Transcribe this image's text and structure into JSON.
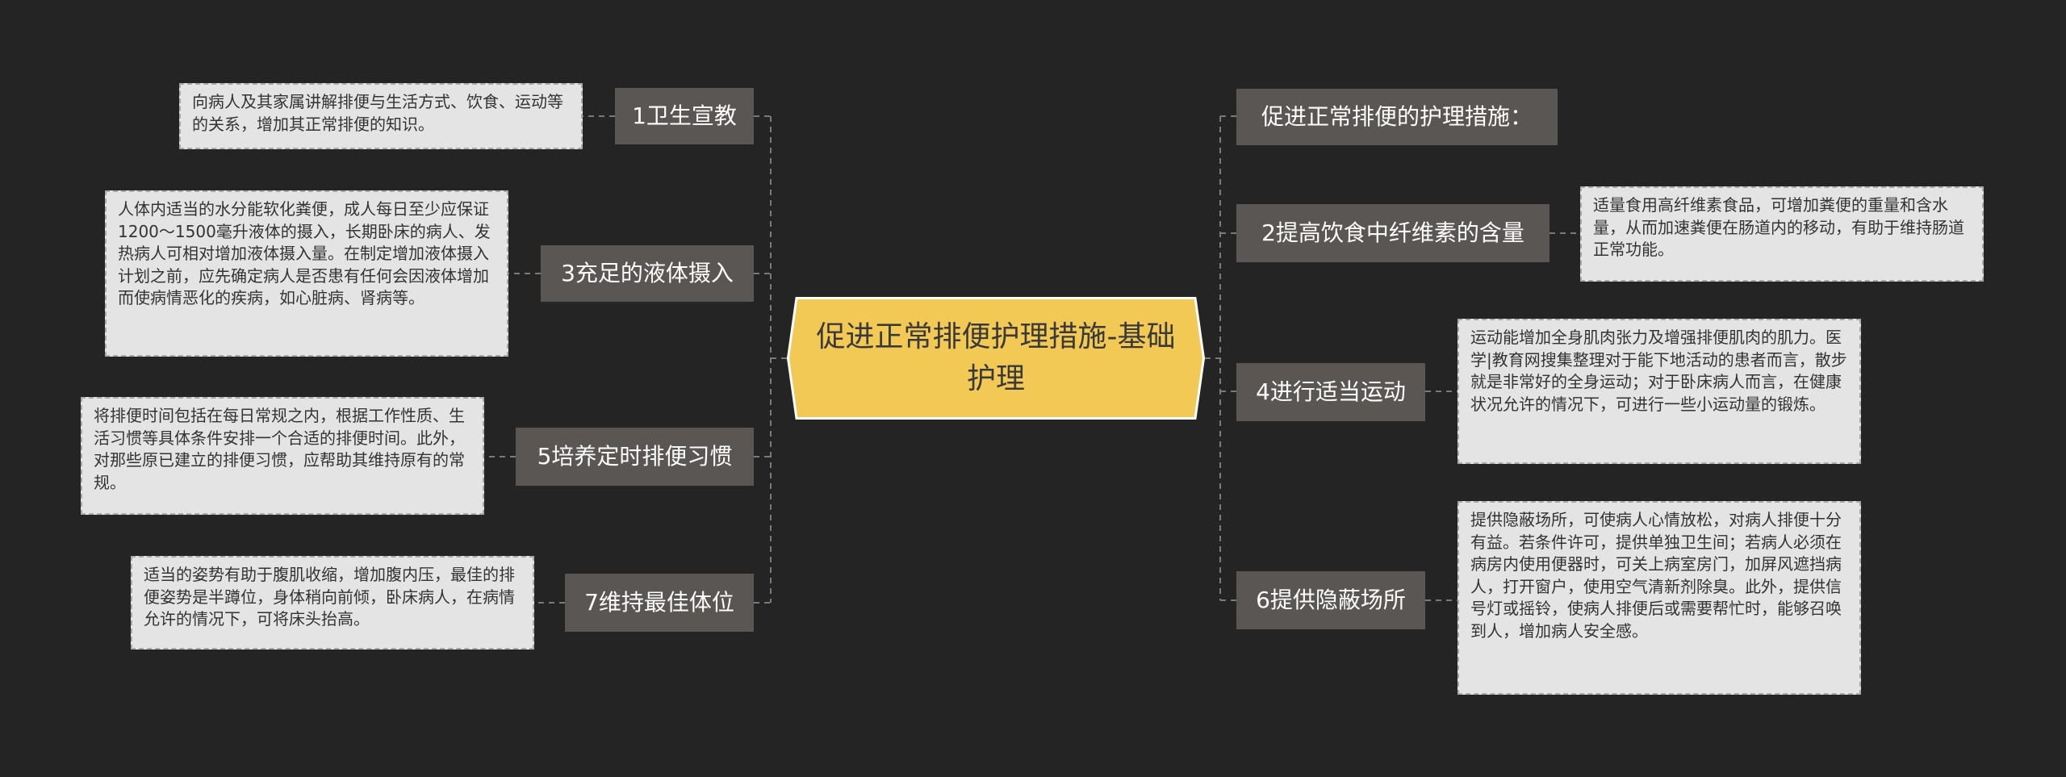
{
  "colors": {
    "background": "#242424",
    "central_fill": "#f2c955",
    "topic_fill": "#5a5654",
    "note_fill": "#e4e4e4",
    "connector": "#7a7a7a"
  },
  "central": {
    "title": "促进正常排便护理措施-基础护理"
  },
  "left_branches": [
    {
      "topic": "1卫生宣教",
      "note": "向病人及其家属讲解排便与生活方式、饮食、运动等的关系，增加其正常排便的知识。"
    },
    {
      "topic": "3充足的液体摄入",
      "note": "人体内适当的水分能软化粪便，成人每日至少应保证1200～1500毫升液体的摄入，长期卧床的病人、发热病人可相对增加液体摄入量。在制定增加液体摄入计划之前，应先确定病人是否患有任何会因液体增加而使病情恶化的疾病，如心脏病、肾病等。"
    },
    {
      "topic": "5培养定时排便习惯",
      "note": "将排便时间包括在每日常规之内，根据工作性质、生活习惯等具体条件安排一个合适的排便时间。此外，对那些原已建立的排便习惯，应帮助其维持原有的常规。"
    },
    {
      "topic": "7维持最佳体位",
      "note": "适当的姿势有助于腹肌收缩，增加腹内压，最佳的排便姿势是半蹲位，身体稍向前倾，卧床病人，在病情允许的情况下，可将床头抬高。"
    }
  ],
  "right_branches": [
    {
      "topic": "促进正常排便的护理措施：",
      "note": ""
    },
    {
      "topic": "2提高饮食中纤维素的含量",
      "note": "适量食用高纤维素食品，可增加粪便的重量和含水量，从而加速粪便在肠道内的移动，有助于维持肠道正常功能。"
    },
    {
      "topic": "4进行适当运动",
      "note": "运动能增加全身肌肉张力及增强排便肌肉的肌力。医学|教育网搜集整理对于能下地活动的患者而言，散步就是非常好的全身运动；对于卧床病人而言，在健康状况允许的情况下，可进行一些小运动量的锻炼。"
    },
    {
      "topic": "6提供隐蔽场所",
      "note": "提供隐蔽场所，可使病人心情放松，对病人排便十分有益。若条件许可，提供单独卫生间；若病人必须在病房内使用便器时，可关上病室房门，加屏风遮挡病人，打开窗户，使用空气清新剂除臭。此外，提供信号灯或摇铃，使病人排便后或需要帮忙时，能够召唤到人，增加病人安全感。"
    }
  ]
}
